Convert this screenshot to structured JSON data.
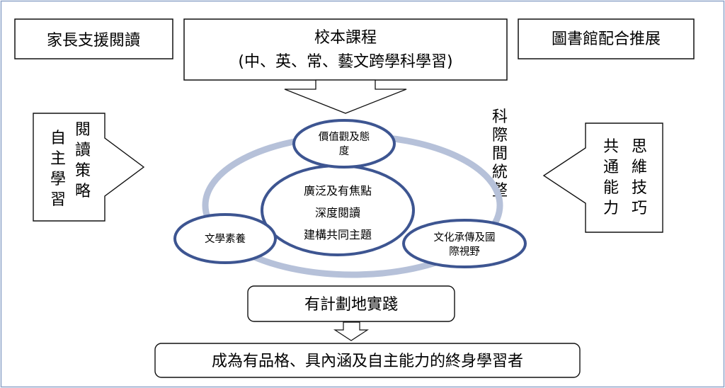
{
  "top_left_box": "家長支援閱讀",
  "top_center_box": {
    "line1": "校本課程",
    "line2": "(中、英、常、藝文跨學科學習)"
  },
  "top_right_box": "圖書館配合推展",
  "left_box": {
    "col1": [
      "閱",
      "讀",
      "策",
      "略"
    ],
    "col2": [
      "自",
      "主",
      "學",
      "習"
    ]
  },
  "right_box": {
    "col1": [
      "思",
      "維",
      "技",
      "巧"
    ],
    "col2": [
      "共",
      "通",
      "能",
      "力"
    ]
  },
  "interdisciplinary_label": [
    "科",
    "際",
    "間",
    "統",
    "整"
  ],
  "ellipse_values": {
    "line1": "價值觀及態",
    "line2": "度"
  },
  "ellipse_center": {
    "line1": "廣泛及有焦點",
    "line2": "深度閱讀",
    "line3": "建構共同主題"
  },
  "ellipse_literature": "文學素養",
  "ellipse_culture": {
    "line1": "文化承傳及國",
    "line2": "際視野"
  },
  "practice_box": "有計劃地實踐",
  "goal_box": "成為有品格、具內涵及自主能力的終身學習者",
  "colors": {
    "frame": "#8ea3c8",
    "ring": "#b6c1d9",
    "ellipse_stroke": "#3d5591"
  }
}
